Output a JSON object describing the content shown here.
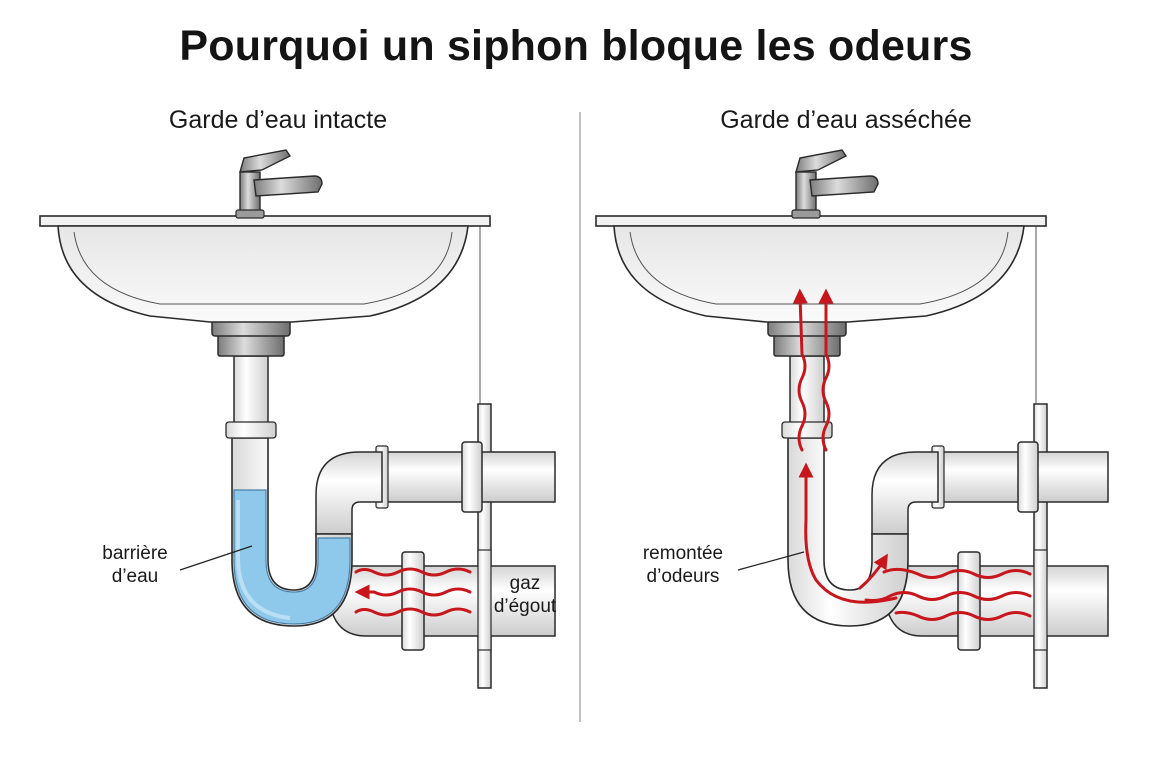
{
  "title": "Pourquoi un siphon bloque les odeurs",
  "panels": {
    "left": {
      "title": "Garde d’eau intacte",
      "label_water": "barrière\nd’eau",
      "label_gas": "gaz\nd’égout"
    },
    "right": {
      "title": "Garde d’eau asséchée",
      "label_odor": "remontée\nd’odeurs"
    }
  },
  "colors": {
    "water": "#8ec8ea",
    "odor_arrow": "#c8161d",
    "outline": "#2a2a2a"
  }
}
